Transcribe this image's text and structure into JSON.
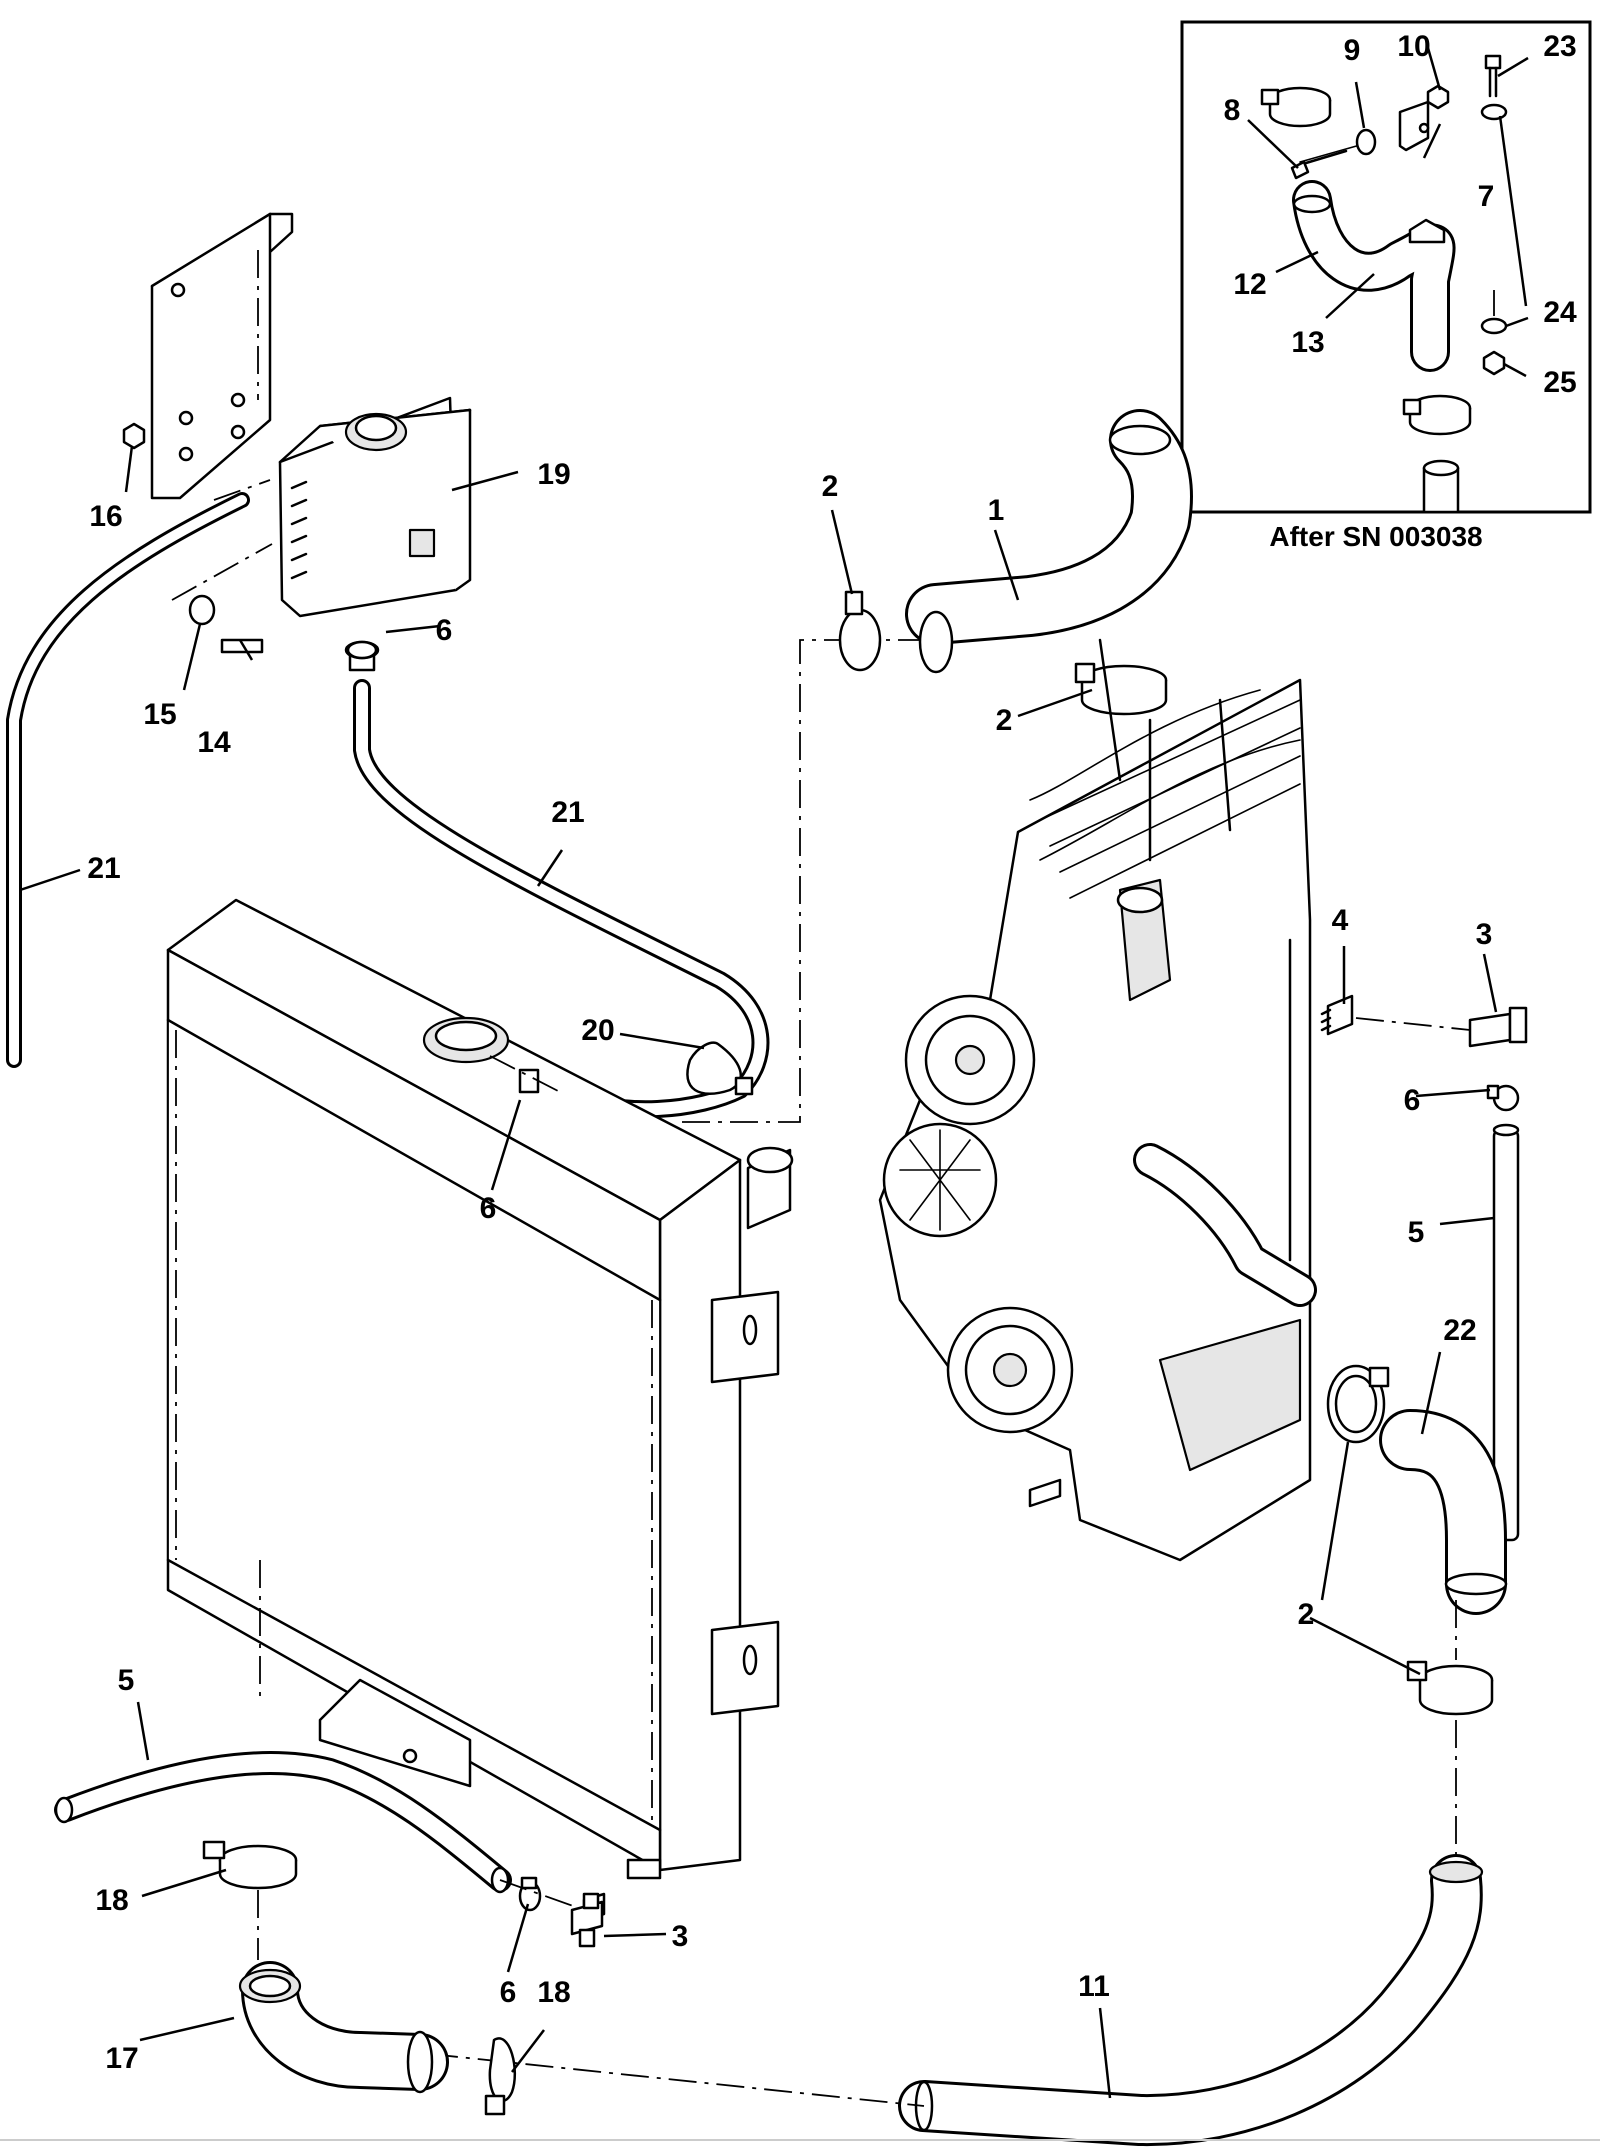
{
  "inset": {
    "caption": "After SN 003038"
  },
  "callouts": [
    {
      "id": "c1",
      "label": "1"
    },
    {
      "id": "c2a",
      "label": "2"
    },
    {
      "id": "c2b",
      "label": "2"
    },
    {
      "id": "c2c",
      "label": "2"
    },
    {
      "id": "c2d",
      "label": "2"
    },
    {
      "id": "c3a",
      "label": "3"
    },
    {
      "id": "c3b",
      "label": "3"
    },
    {
      "id": "c4",
      "label": "4"
    },
    {
      "id": "c5a",
      "label": "5"
    },
    {
      "id": "c5b",
      "label": "5"
    },
    {
      "id": "c6a",
      "label": "6"
    },
    {
      "id": "c6b",
      "label": "6"
    },
    {
      "id": "c6c",
      "label": "6"
    },
    {
      "id": "c6d",
      "label": "6"
    },
    {
      "id": "c7",
      "label": "7"
    },
    {
      "id": "c8",
      "label": "8"
    },
    {
      "id": "c9",
      "label": "9"
    },
    {
      "id": "c10",
      "label": "10"
    },
    {
      "id": "c11",
      "label": "11"
    },
    {
      "id": "c12",
      "label": "12"
    },
    {
      "id": "c13",
      "label": "13"
    },
    {
      "id": "c14",
      "label": "14"
    },
    {
      "id": "c15",
      "label": "15"
    },
    {
      "id": "c16",
      "label": "16"
    },
    {
      "id": "c17",
      "label": "17"
    },
    {
      "id": "c18a",
      "label": "18"
    },
    {
      "id": "c18b",
      "label": "18"
    },
    {
      "id": "c19",
      "label": "19"
    },
    {
      "id": "c20",
      "label": "20"
    },
    {
      "id": "c21a",
      "label": "21"
    },
    {
      "id": "c21b",
      "label": "21"
    },
    {
      "id": "c22",
      "label": "22"
    },
    {
      "id": "c23",
      "label": "23"
    },
    {
      "id": "c24",
      "label": "24"
    },
    {
      "id": "c25",
      "label": "25"
    }
  ]
}
